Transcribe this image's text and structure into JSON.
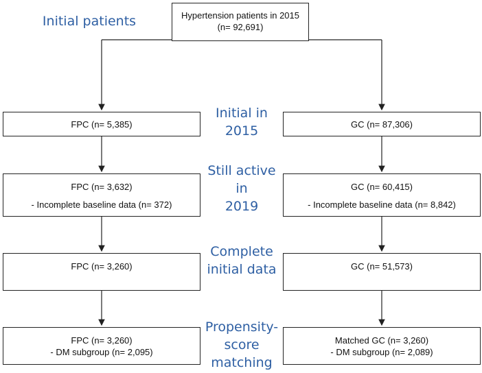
{
  "stages": {
    "initial_patients": "Initial patients",
    "initial_2015": "Initial in 2015",
    "still_active_1": "Still active in",
    "still_active_2": "2019",
    "complete_1": "Complete",
    "complete_2": "initial data",
    "psm_1": "Propensity-",
    "psm_2": "score",
    "psm_3": "matching"
  },
  "top_box": {
    "line1": "Hypertension patients in 2015",
    "line2": "(n= 92,691)"
  },
  "fpc": {
    "initial": "FPC (n= 5,385)",
    "active": "FPC (n= 3,632)",
    "active_excl": "- Incomplete baseline data (n= 372)",
    "complete": "FPC (n= 3,260)",
    "matched": "FPC (n= 3,260)",
    "matched_dm": "- DM subgroup (n= 2,095)"
  },
  "gc": {
    "initial": "GC (n= 87,306)",
    "active": "GC (n= 60,415)",
    "active_excl": "- Incomplete baseline data (n= 8,842)",
    "complete": "GC (n= 51,573)",
    "matched": "Matched GC (n= 3,260)",
    "matched_dm": "- DM subgroup (n= 2,089)"
  }
}
